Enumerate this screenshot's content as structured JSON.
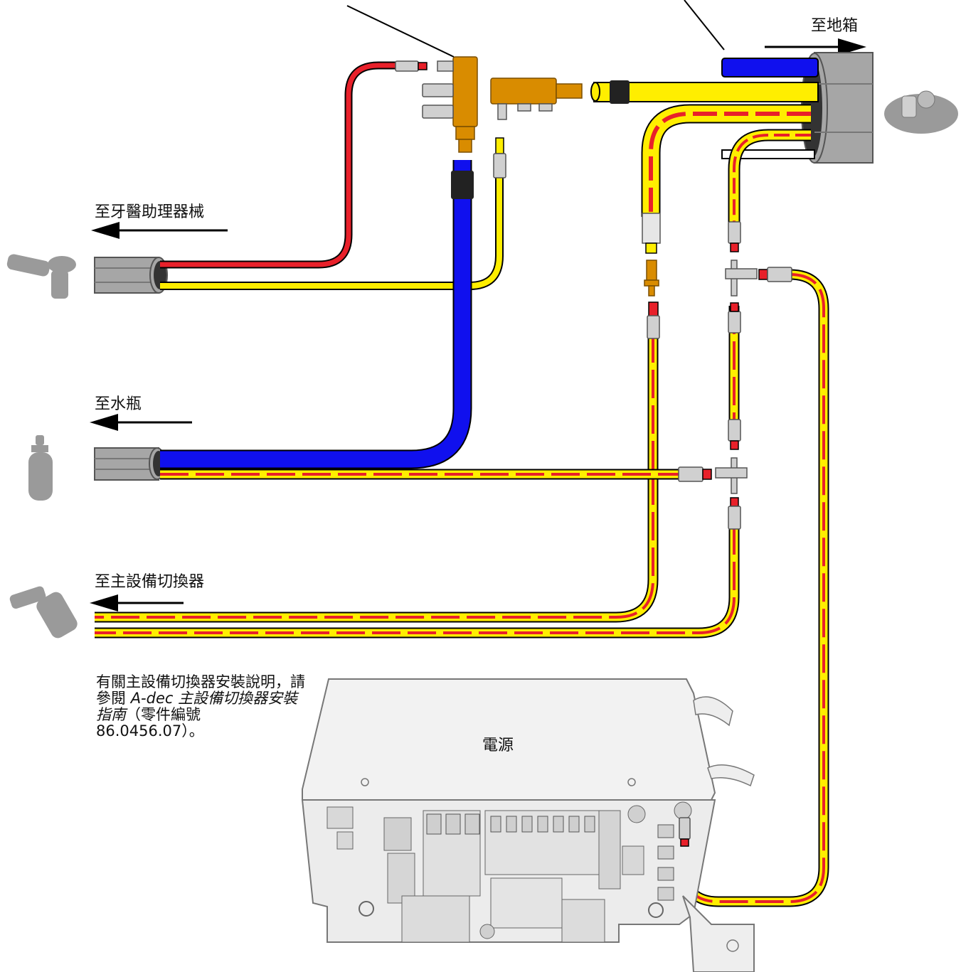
{
  "labels": {
    "to_floor_box": "至地箱",
    "to_assistant": "至牙醫助理器械",
    "to_water_bottle": "至水瓶",
    "to_master_toggle": "至主設備切換器",
    "power_supply": "電源"
  },
  "note": {
    "part1": "有關主設備切換器安裝說明，請參閱 ",
    "italic": "A-dec 主設備切換器安裝指南",
    "part2": "（零件編號 86.0456.07）。"
  },
  "colors": {
    "red_tube": "#e8202a",
    "yellow_tube": "#ffee00",
    "blue_tube": "#1010ee",
    "brass": "#d98c00",
    "umbilical_gray": "#a6a6a6",
    "fitting_gray": "#d0d0d0"
  },
  "icons": [
    "assistant-instrument-icon",
    "water-bottle-icon",
    "master-toggle-icon",
    "floor-box-icon"
  ]
}
